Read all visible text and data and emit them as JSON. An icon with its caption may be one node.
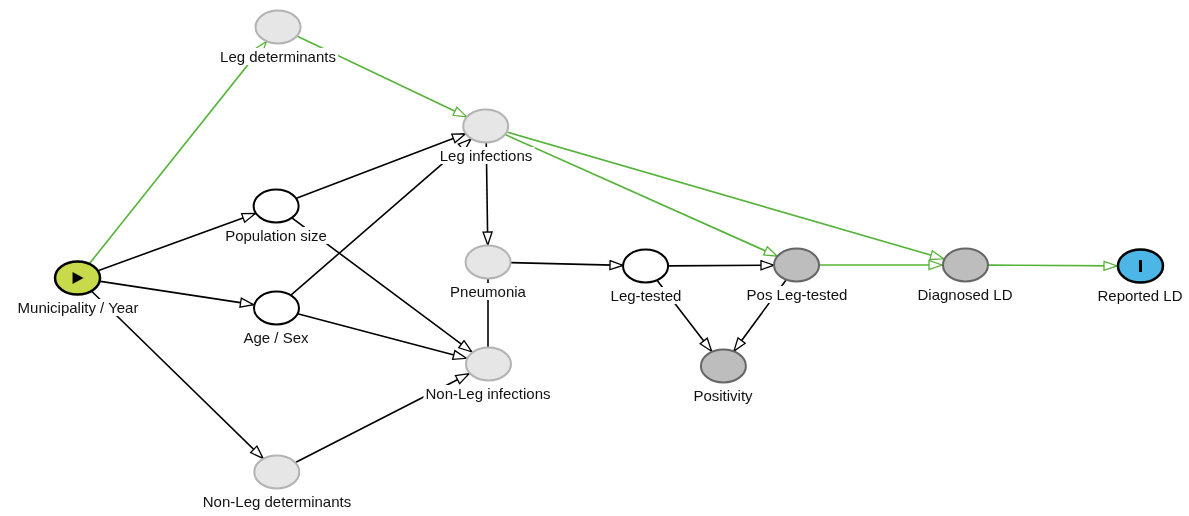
{
  "diagram": {
    "nodes": [
      {
        "text": [
          "Leg determinants"
        ]
      },
      {
        "text": [
          "Leg infections"
        ]
      },
      {
        "text": [
          "Population size"
        ]
      },
      {
        "text": [
          "Municipality / Year"
        ]
      },
      {
        "text": [
          "Pneumonia"
        ]
      },
      {
        "text": [
          "Leg-tested"
        ]
      },
      {
        "text": [
          "Pos Leg-tested"
        ]
      },
      {
        "text": [
          "Diagnosed LD"
        ]
      },
      {
        "text": [
          "Reported LD"
        ]
      },
      {
        "text": [
          "Age / Sex"
        ]
      },
      {
        "text": [
          "Non-Leg infections"
        ]
      },
      {
        "text": [
          "Positivity"
        ]
      },
      {
        "text": [
          "Non-Leg determinants"
        ]
      }
    ],
    "edges": [
      {
        "from": 3,
        "to": 0,
        "arrow": "to",
        "color": "#56b33a"
      },
      {
        "from": 0,
        "to": 1,
        "arrow": "to",
        "color": "#56b33a"
      },
      {
        "from": 3,
        "to": 2,
        "arrow": "to"
      },
      {
        "from": 3,
        "to": 9,
        "arrow": "to"
      },
      {
        "from": 3,
        "to": 12,
        "arrow": "to"
      },
      {
        "from": 2,
        "to": 1,
        "arrow": "to"
      },
      {
        "from": 2,
        "to": 10,
        "arrow": "to"
      },
      {
        "from": 9,
        "to": 1,
        "arrow": "to"
      },
      {
        "from": 9,
        "to": 10,
        "arrow": "to"
      },
      {
        "from": 12,
        "to": 10,
        "arrow": "to"
      },
      {
        "from": 1,
        "to": 4,
        "arrow": "to"
      },
      {
        "from": 10,
        "to": 4,
        "arrow": "none"
      },
      {
        "from": 1,
        "to": 6,
        "arrow": "to",
        "color": "#56b33a"
      },
      {
        "from": 1,
        "to": 7,
        "arrow": "to",
        "color": "#56b33a"
      },
      {
        "from": 4,
        "to": 5,
        "arrow": "to"
      },
      {
        "from": 5,
        "to": 6,
        "arrow": "to"
      },
      {
        "from": 5,
        "to": 11,
        "arrow": "to"
      },
      {
        "from": 6,
        "to": 11,
        "arrow": "to"
      },
      {
        "from": 6,
        "to": 7,
        "arrow": "to",
        "color": "#56b33a"
      },
      {
        "from": 7,
        "to": 8,
        "arrow": "to",
        "color": "#56b33a"
      }
    ]
  }
}
